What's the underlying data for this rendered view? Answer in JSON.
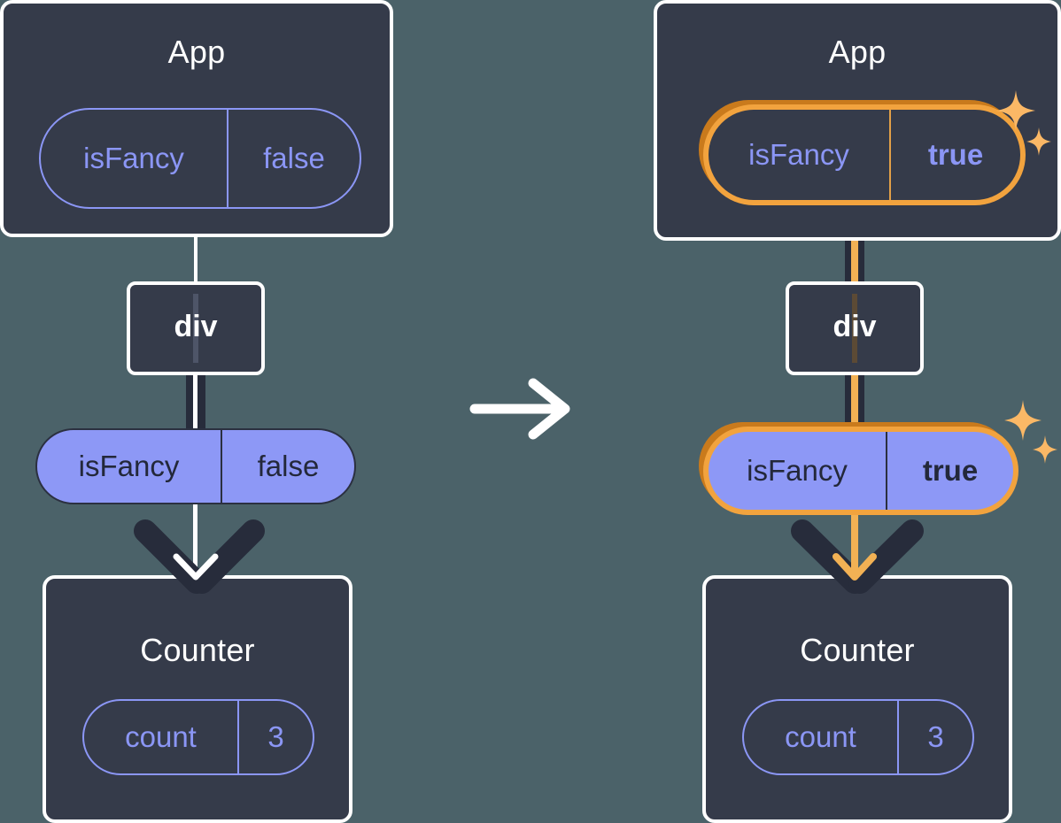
{
  "diagram": {
    "title": "React state update propagation",
    "background_color": "#4b6269",
    "colors": {
      "box_fill": "#353b4a",
      "box_border": "#ffffff",
      "accent_purple": "#8b96f5",
      "pill_fill": "#8d98f6",
      "dark_text": "#23283a",
      "highlight_outer": "#c97a1c",
      "highlight_inner": "#f2a33e",
      "highlight_core": "#f2b154",
      "connector_dark": "#272c3b"
    },
    "transition_icon": "arrow-right-icon"
  },
  "before": {
    "app": {
      "title": "App",
      "pill": {
        "key": "isFancy",
        "value": "false",
        "highlighted": false
      }
    },
    "div": {
      "label": "div"
    },
    "state_pill": {
      "key": "isFancy",
      "value": "false",
      "highlighted": false
    },
    "counter": {
      "title": "Counter",
      "pill": {
        "key": "count",
        "value": "3",
        "highlighted": false
      }
    }
  },
  "after": {
    "app": {
      "title": "App",
      "pill": {
        "key": "isFancy",
        "value": "true",
        "highlighted": true
      },
      "sparkle_icon": "sparkles-icon"
    },
    "div": {
      "label": "div"
    },
    "state_pill": {
      "key": "isFancy",
      "value": "true",
      "highlighted": true,
      "sparkle_icon": "sparkles-icon"
    },
    "counter": {
      "title": "Counter",
      "pill": {
        "key": "count",
        "value": "3",
        "highlighted": false
      }
    }
  }
}
